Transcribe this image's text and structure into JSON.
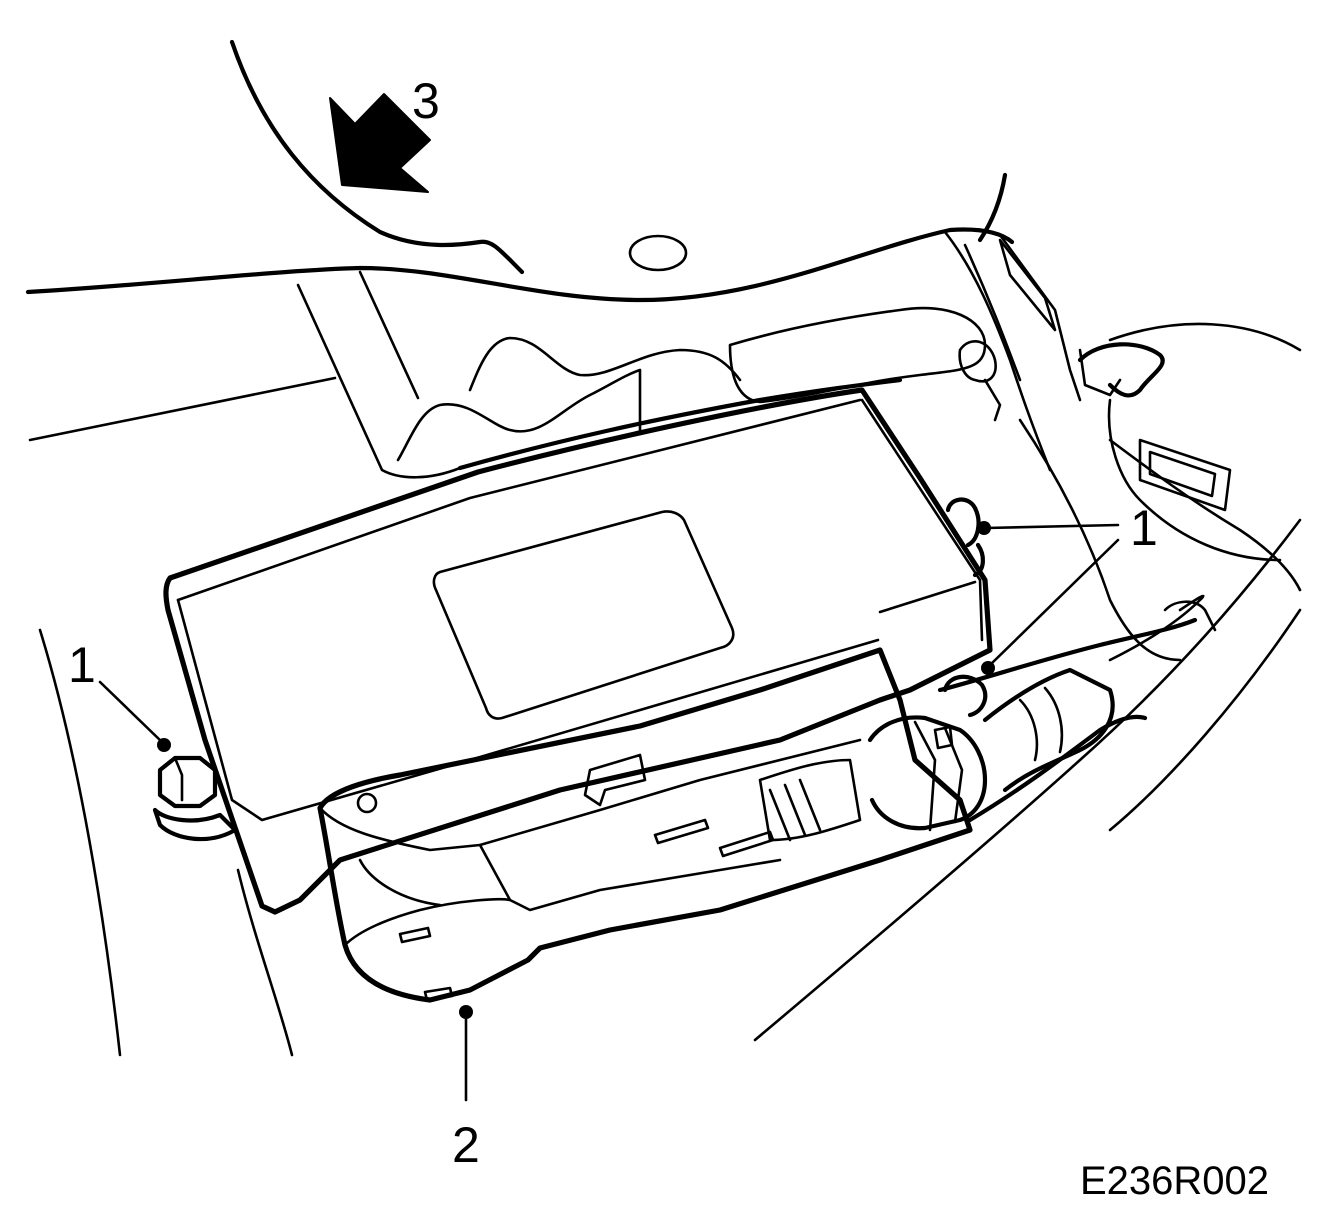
{
  "callouts": {
    "left_1": "1",
    "right_1": "1",
    "bottom_2": "2",
    "top_3": "3"
  },
  "figure_code": "E236R002",
  "colors": {
    "line": "#000000",
    "background": "#ffffff"
  }
}
